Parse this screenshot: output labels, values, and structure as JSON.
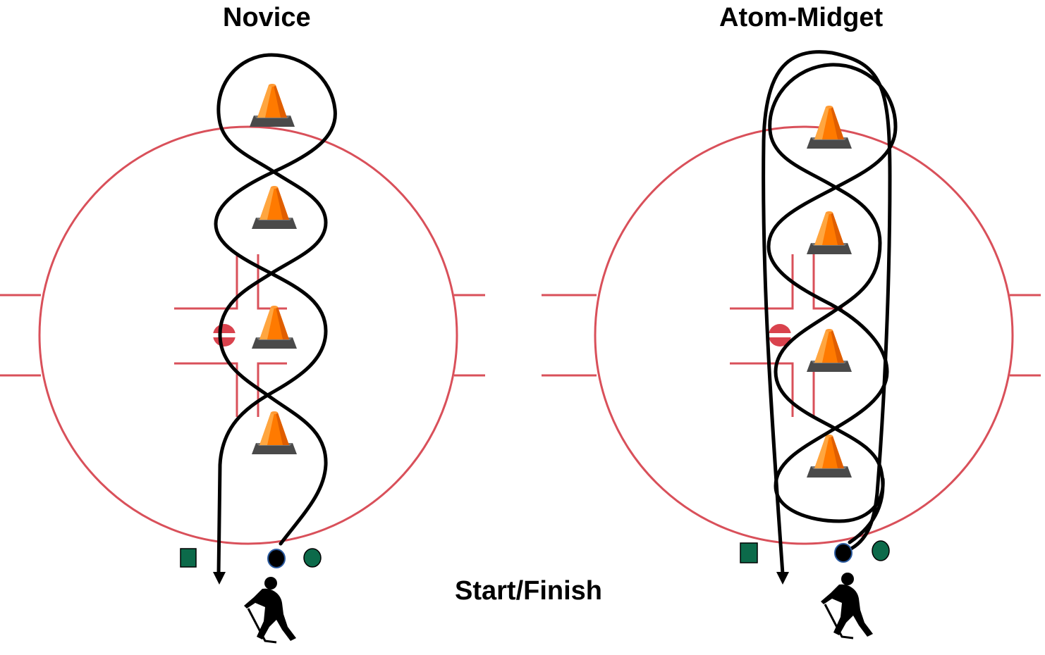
{
  "diagrams": {
    "left": {
      "title": "Novice"
    },
    "right": {
      "title": "Atom-Midget"
    }
  },
  "center_label": "Start/Finish",
  "colors": {
    "rink_lines": "#d9505a",
    "faceoff_dot": "#d9424d",
    "cone_orange": "#ff7a00",
    "cone_base": "#555555",
    "path": "#000000",
    "marker_green": "#0c6a4a",
    "marker_start": "#000000"
  },
  "icons": [
    "faceoff-circle",
    "traffic-cone-icon",
    "hockey-player-icon",
    "square-marker",
    "circle-marker"
  ]
}
